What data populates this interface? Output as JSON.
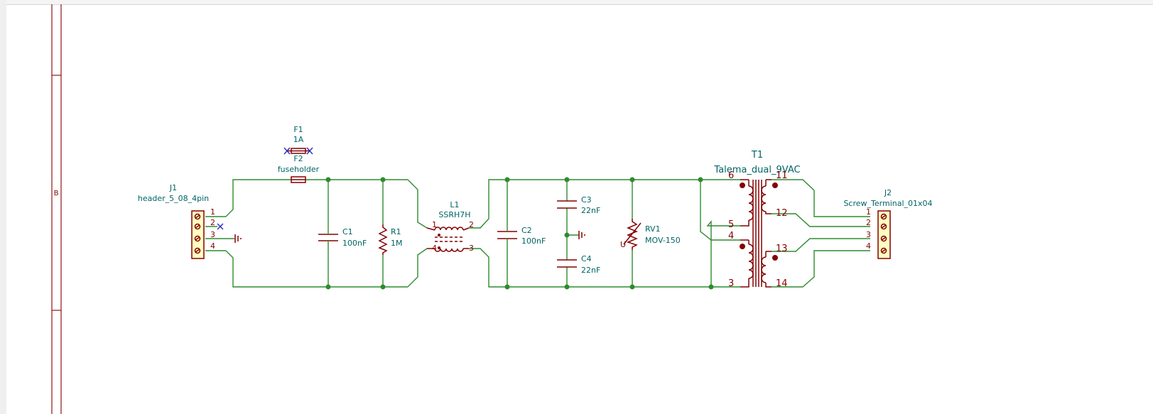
{
  "sheet": {
    "zone_label": "B"
  },
  "colors": {
    "wire": "#2e8b2e",
    "component": "#840000",
    "label": "#006464",
    "no_connect": "#2b2bc4"
  },
  "components": {
    "J1": {
      "ref": "J1",
      "value": "header_5_08_4pin",
      "pins": [
        "1",
        "2",
        "3",
        "4"
      ]
    },
    "F1": {
      "ref": "F1",
      "value": "1A"
    },
    "F2": {
      "ref": "F2",
      "value": "fuseholder"
    },
    "C1": {
      "ref": "C1",
      "value": "100nF"
    },
    "R1": {
      "ref": "R1",
      "value": "1M"
    },
    "L1": {
      "ref": "L1",
      "value": "SSRH7H",
      "pins": [
        "1",
        "2",
        "3",
        "4"
      ]
    },
    "C2": {
      "ref": "C2",
      "value": "100nF"
    },
    "C3": {
      "ref": "C3",
      "value": "22nF"
    },
    "C4": {
      "ref": "C4",
      "value": "22nF"
    },
    "RV1": {
      "ref": "RV1",
      "value": "MOV-150",
      "mark": "U"
    },
    "T1": {
      "ref": "T1",
      "value": "Talema_dual_9VAC",
      "pins": [
        "6",
        "11",
        "5",
        "12",
        "4",
        "13",
        "3",
        "14"
      ]
    },
    "J2": {
      "ref": "J2",
      "value": "Screw_Terminal_01x04",
      "pins": [
        "1",
        "2",
        "3",
        "4"
      ]
    }
  }
}
